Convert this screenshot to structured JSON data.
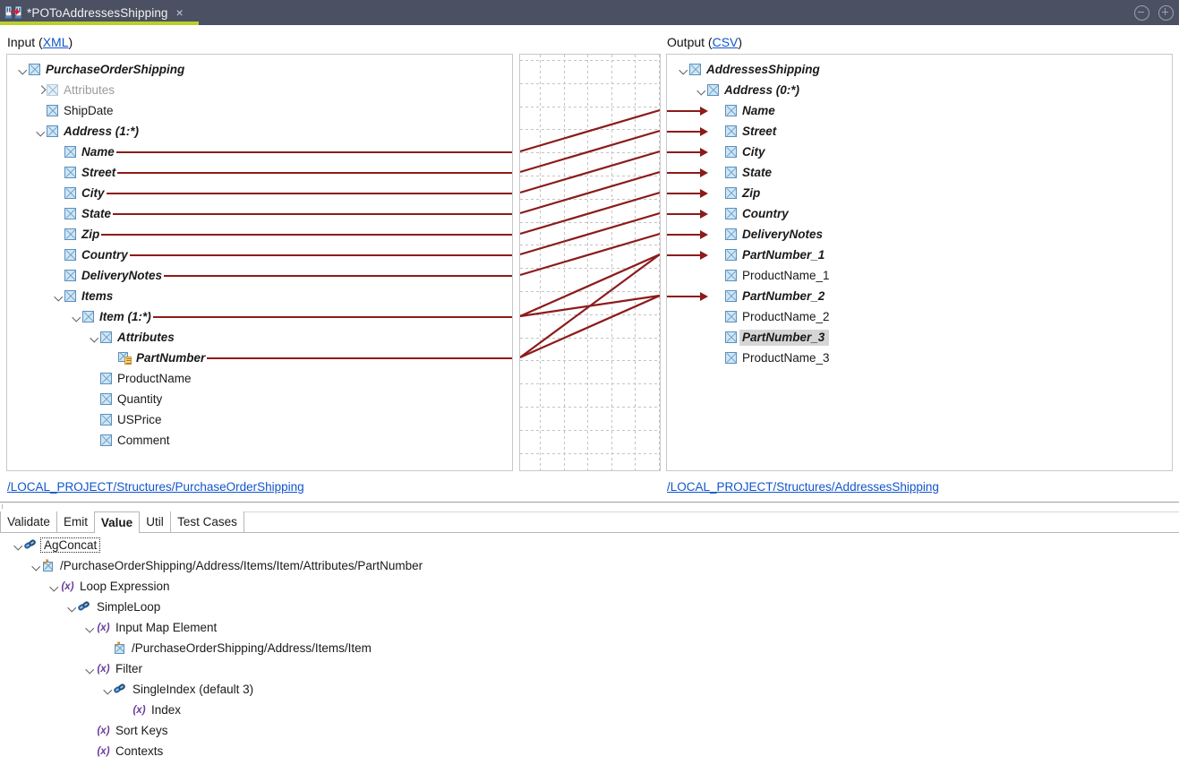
{
  "window": {
    "tab_title": "*POToAddressesShipping",
    "tab_close": "×",
    "tab_icon": "mapping-document-icon",
    "minimize_label": "minimize",
    "maximize_label": "maximize",
    "accent_underline_color": "#b9cf2b",
    "titlebar_color": "#4b5162"
  },
  "input_panel": {
    "header_prefix": "Input (",
    "header_link": "XML",
    "header_suffix": ")",
    "footer_link": "/LOCAL_PROJECT/Structures/PurchaseOrderShipping",
    "nodes": [
      {
        "label": "PurchaseOrderShipping",
        "indent": 0,
        "twisty": "down",
        "icon": "element",
        "bold": true,
        "dim": false,
        "connected": false
      },
      {
        "label": "Attributes",
        "indent": 1,
        "twisty": "right",
        "icon": "element",
        "bold": false,
        "dim": true,
        "connected": false
      },
      {
        "label": "ShipDate",
        "indent": 1,
        "twisty": "none",
        "icon": "element",
        "bold": false,
        "dim": false,
        "connected": false
      },
      {
        "label": "Address (1:*)",
        "indent": 1,
        "twisty": "down",
        "icon": "element",
        "bold": true,
        "dim": false,
        "connected": false
      },
      {
        "label": "Name",
        "indent": 2,
        "twisty": "none",
        "icon": "element",
        "bold": true,
        "dim": false,
        "connected": true
      },
      {
        "label": "Street",
        "indent": 2,
        "twisty": "none",
        "icon": "element",
        "bold": true,
        "dim": false,
        "connected": true
      },
      {
        "label": "City",
        "indent": 2,
        "twisty": "none",
        "icon": "element",
        "bold": true,
        "dim": false,
        "connected": true
      },
      {
        "label": "State",
        "indent": 2,
        "twisty": "none",
        "icon": "element",
        "bold": true,
        "dim": false,
        "connected": true
      },
      {
        "label": "Zip",
        "indent": 2,
        "twisty": "none",
        "icon": "element",
        "bold": true,
        "dim": false,
        "connected": true
      },
      {
        "label": "Country",
        "indent": 2,
        "twisty": "none",
        "icon": "element",
        "bold": true,
        "dim": false,
        "connected": true
      },
      {
        "label": "DeliveryNotes",
        "indent": 2,
        "twisty": "none",
        "icon": "element",
        "bold": true,
        "dim": false,
        "connected": true
      },
      {
        "label": "Items",
        "indent": 2,
        "twisty": "down",
        "icon": "element",
        "bold": true,
        "dim": false,
        "connected": false
      },
      {
        "label": "Item (1:*)",
        "indent": 3,
        "twisty": "down",
        "icon": "element",
        "bold": true,
        "dim": false,
        "connected": true
      },
      {
        "label": "Attributes",
        "indent": 4,
        "twisty": "down",
        "icon": "element",
        "bold": true,
        "dim": false,
        "connected": false
      },
      {
        "label": "PartNumber",
        "indent": 5,
        "twisty": "none",
        "icon": "attribute",
        "bold": true,
        "dim": false,
        "connected": true
      },
      {
        "label": "ProductName",
        "indent": 4,
        "twisty": "none",
        "icon": "element",
        "bold": false,
        "dim": false,
        "connected": false
      },
      {
        "label": "Quantity",
        "indent": 4,
        "twisty": "none",
        "icon": "element",
        "bold": false,
        "dim": false,
        "connected": false
      },
      {
        "label": "USPrice",
        "indent": 4,
        "twisty": "none",
        "icon": "element",
        "bold": false,
        "dim": false,
        "connected": false
      },
      {
        "label": "Comment",
        "indent": 4,
        "twisty": "none",
        "icon": "element",
        "bold": false,
        "dim": false,
        "connected": false
      }
    ]
  },
  "output_panel": {
    "header_prefix": "Output (",
    "header_link": "CSV",
    "header_suffix": ")",
    "footer_link": "/LOCAL_PROJECT/Structures/AddressesShipping",
    "nodes": [
      {
        "label": "AddressesShipping",
        "indent": 0,
        "twisty": "down",
        "icon": "element",
        "bold": true,
        "selected": false,
        "arrow": false
      },
      {
        "label": "Address (0:*)",
        "indent": 1,
        "twisty": "down",
        "icon": "element",
        "bold": true,
        "selected": false,
        "arrow": false
      },
      {
        "label": "Name",
        "indent": 2,
        "twisty": "none",
        "icon": "element",
        "bold": true,
        "selected": false,
        "arrow": true
      },
      {
        "label": "Street",
        "indent": 2,
        "twisty": "none",
        "icon": "element",
        "bold": true,
        "selected": false,
        "arrow": true
      },
      {
        "label": "City",
        "indent": 2,
        "twisty": "none",
        "icon": "element",
        "bold": true,
        "selected": false,
        "arrow": true
      },
      {
        "label": "State",
        "indent": 2,
        "twisty": "none",
        "icon": "element",
        "bold": true,
        "selected": false,
        "arrow": true
      },
      {
        "label": "Zip",
        "indent": 2,
        "twisty": "none",
        "icon": "element",
        "bold": true,
        "selected": false,
        "arrow": true
      },
      {
        "label": "Country",
        "indent": 2,
        "twisty": "none",
        "icon": "element",
        "bold": true,
        "selected": false,
        "arrow": true
      },
      {
        "label": "DeliveryNotes",
        "indent": 2,
        "twisty": "none",
        "icon": "element",
        "bold": true,
        "selected": false,
        "arrow": true
      },
      {
        "label": "PartNumber_1",
        "indent": 2,
        "twisty": "none",
        "icon": "element",
        "bold": true,
        "selected": false,
        "arrow": true
      },
      {
        "label": "ProductName_1",
        "indent": 2,
        "twisty": "none",
        "icon": "element",
        "bold": false,
        "selected": false,
        "arrow": false
      },
      {
        "label": "PartNumber_2",
        "indent": 2,
        "twisty": "none",
        "icon": "element",
        "bold": true,
        "selected": false,
        "arrow": true
      },
      {
        "label": "ProductName_2",
        "indent": 2,
        "twisty": "none",
        "icon": "element",
        "bold": false,
        "selected": false,
        "arrow": false
      },
      {
        "label": "PartNumber_3",
        "indent": 2,
        "twisty": "none",
        "icon": "element",
        "bold": true,
        "selected": true,
        "arrow": false
      },
      {
        "label": "ProductName_3",
        "indent": 2,
        "twisty": "none",
        "icon": "element",
        "bold": false,
        "selected": false,
        "arrow": false
      }
    ]
  },
  "canvas": {
    "grid": "dashed",
    "link_color": "#8c1b1b",
    "links": [
      {
        "from": "Name",
        "to": "Name",
        "from_row": 4,
        "to_row": 2
      },
      {
        "from": "Street",
        "to": "Street",
        "from_row": 5,
        "to_row": 3
      },
      {
        "from": "City",
        "to": "City",
        "from_row": 6,
        "to_row": 4
      },
      {
        "from": "State",
        "to": "State",
        "from_row": 7,
        "to_row": 5
      },
      {
        "from": "Zip",
        "to": "Zip",
        "from_row": 8,
        "to_row": 6
      },
      {
        "from": "Country",
        "to": "Country",
        "from_row": 9,
        "to_row": 7
      },
      {
        "from": "DeliveryNotes",
        "to": "DeliveryNotes",
        "from_row": 10,
        "to_row": 8
      },
      {
        "from": "Item (1:*)",
        "to": "PartNumber_2",
        "from_row": 12,
        "to_row": 11
      },
      {
        "from": "Item (1:*)",
        "to": "PartNumber_1",
        "from_row": 12,
        "to_row": 9
      },
      {
        "from": "PartNumber",
        "to": "PartNumber_1",
        "from_row": 14,
        "to_row": 9
      },
      {
        "from": "PartNumber",
        "to": "PartNumber_2",
        "from_row": 14,
        "to_row": 11
      }
    ]
  },
  "bottom_tabs": {
    "items": [
      {
        "label": "Validate",
        "active": false
      },
      {
        "label": "Emit",
        "active": false
      },
      {
        "label": "Value",
        "active": true
      },
      {
        "label": "Util",
        "active": false
      },
      {
        "label": "Test Cases",
        "active": false
      }
    ]
  },
  "value_tree": {
    "nodes": [
      {
        "label": "AgConcat",
        "indent": 0,
        "twisty": "down",
        "icon": "function",
        "focused": true
      },
      {
        "label": "/PurchaseOrderShipping/Address/Items/Item/Attributes/PartNumber",
        "indent": 1,
        "twisty": "down",
        "icon": "path",
        "focused": false
      },
      {
        "label": "Loop Expression",
        "indent": 2,
        "twisty": "down",
        "icon": "expression",
        "focused": false
      },
      {
        "label": "SimpleLoop",
        "indent": 3,
        "twisty": "down",
        "icon": "function",
        "focused": false
      },
      {
        "label": "Input Map Element",
        "indent": 4,
        "twisty": "down",
        "icon": "expression",
        "focused": false
      },
      {
        "label": "/PurchaseOrderShipping/Address/Items/Item",
        "indent": 5,
        "twisty": "none",
        "icon": "path",
        "focused": false
      },
      {
        "label": "Filter",
        "indent": 4,
        "twisty": "down",
        "icon": "expression",
        "focused": false
      },
      {
        "label": "SingleIndex (default 3)",
        "indent": 5,
        "twisty": "down",
        "icon": "function",
        "focused": false
      },
      {
        "label": "Index",
        "indent": 6,
        "twisty": "none",
        "icon": "expression",
        "focused": false
      },
      {
        "label": "Sort Keys",
        "indent": 4,
        "twisty": "none",
        "icon": "expression",
        "focused": false
      },
      {
        "label": "Contexts",
        "indent": 4,
        "twisty": "none",
        "icon": "expression",
        "focused": false
      }
    ],
    "expression_icon_glyph": "(x)"
  }
}
